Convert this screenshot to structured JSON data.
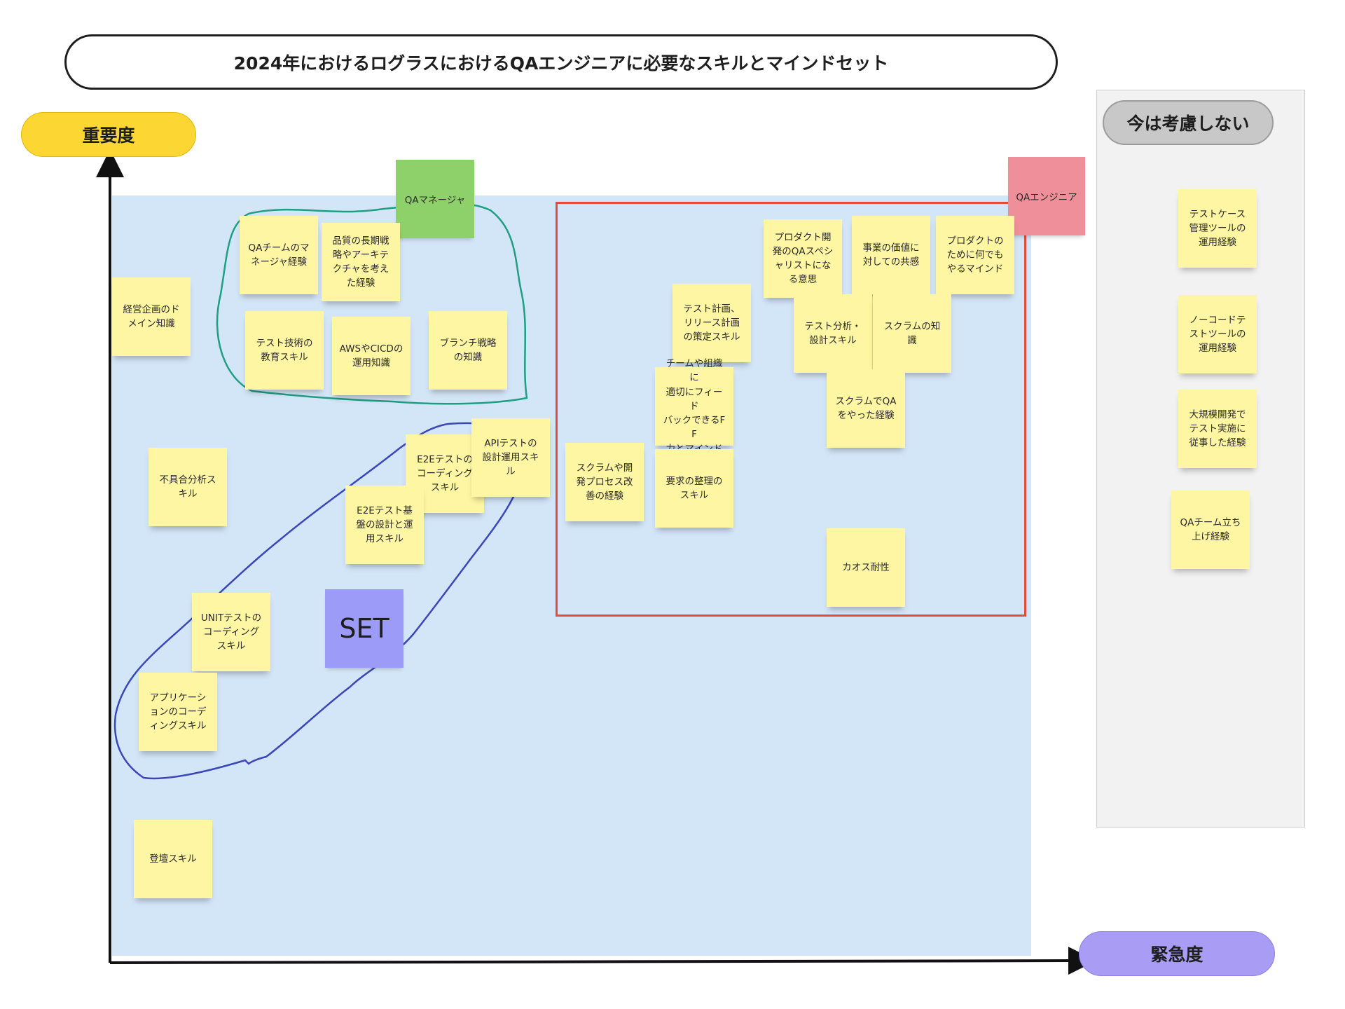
{
  "title": "2024年におけるログラスにおけるQAエンジニアに必要なスキルとマインドセット",
  "axes": {
    "y_label": "重要度",
    "x_label": "緊急度"
  },
  "ignore_panel": {
    "label": "今は考慮しない",
    "items": [
      "テストケース\n管理ツールの\n運用経験",
      "ノーコードテ\nストツールの\n運用経験",
      "大規模開発で\nテスト実施に\n従事した経験",
      "QAチーム立ち\n上げ経験"
    ]
  },
  "roles": {
    "qa_manager": "QAマネージャ",
    "qa_engineer": "QAエンジニア",
    "set": "SET"
  },
  "notes": {
    "domain": "経営企画のド\nメイン知識",
    "qa_team_mgr": "QAチームのマ\nネージャ経験",
    "quality_strategy": "品質の長期戦\n略やアーキテ\nクチャを考え\nた経験",
    "test_education": "テスト技術の\n教育スキル",
    "aws_cicd": "AWSやCICDの\n運用知識",
    "branch_strategy": "ブランチ戦略\nの知識",
    "bug_analysis": "不具合分析ス\nキル",
    "e2e_coding": "E2Eテストの\nコーディング\nスキル",
    "api_test": "APIテストの\n設計運用スキ\nル",
    "e2e_infra": "E2Eテスト基\n盤の設計と運\n用スキル",
    "unit_test": "UNITテストの\nコーディング\nスキル",
    "app_coding": "アプリケーシ\nョンのコーデ\nィングスキル",
    "log_skill": "登壇スキル",
    "scrum_improve": "スクラムや開\n発プロセス改\n善の経験",
    "test_plan": "テスト計画、\nリリース計画\nの策定スキル",
    "feedback": "チームや組織に\n適切にフィード\nバックできるFF\n力とマインド",
    "requirements": "要求の整理の\nスキル",
    "product_qa": "プロダクト開\n発のQAスペシ\nャリストにな\nる意思",
    "business_value": "事業の価値に\n対しての共感",
    "product_mind": "プロダクトの\nために何でも\nやるマインド",
    "test_analysis": "テスト分析・\n設計スキル",
    "scrum_knowledge": "スクラムの知\n識",
    "scrum_qa": "スクラムでQA\nをやった経験",
    "chaos": "カオス耐性"
  },
  "colors": {
    "sticky": "#fff6a3",
    "board": "#d3e6f8",
    "qa_manager": "#8ed16a",
    "qa_engineer": "#ef8f9a",
    "set": "#9c9cf8",
    "y_pill": "#fcd734",
    "x_pill": "#a89cf5",
    "frame_red": "#e54b3b",
    "loop_teal": "#1f9e84",
    "loop_blue": "#3a47b8"
  }
}
